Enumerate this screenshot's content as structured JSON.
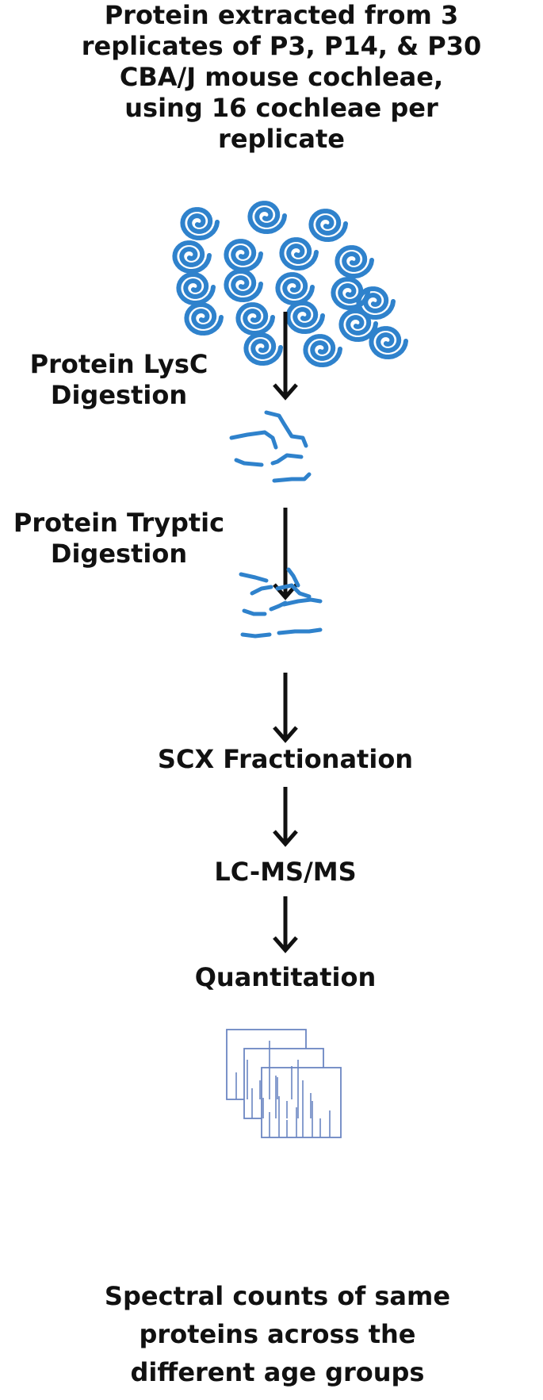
{
  "title_lines": [
    "Protein extracted from 3",
    "replicates of P3, P14, & P30",
    "CBA/J mouse cochleae,",
    "using 16 cochleae per",
    "replicate"
  ],
  "steps": {
    "lysc": [
      "Protein LysC",
      "Digestion"
    ],
    "tryptic": [
      "Protein Tryptic",
      "Digestion"
    ],
    "scx": "SCX Fractionation",
    "lcms": "LC-MS/MS",
    "quant": "Quantitation"
  },
  "result_lines": [
    "Spectral counts of same",
    "proteins across the",
    "different age groups"
  ],
  "icons": {
    "cochleae": "spiral-cluster-icon",
    "peptides_lysc": "peptide-fragments-icon",
    "peptides_tryptic": "peptide-fragments-icon",
    "spectra": "stacked-spectra-icon"
  },
  "colors": {
    "accent": "#2f82cc",
    "spectra": "#6b86c2",
    "arrow": "#111111"
  }
}
